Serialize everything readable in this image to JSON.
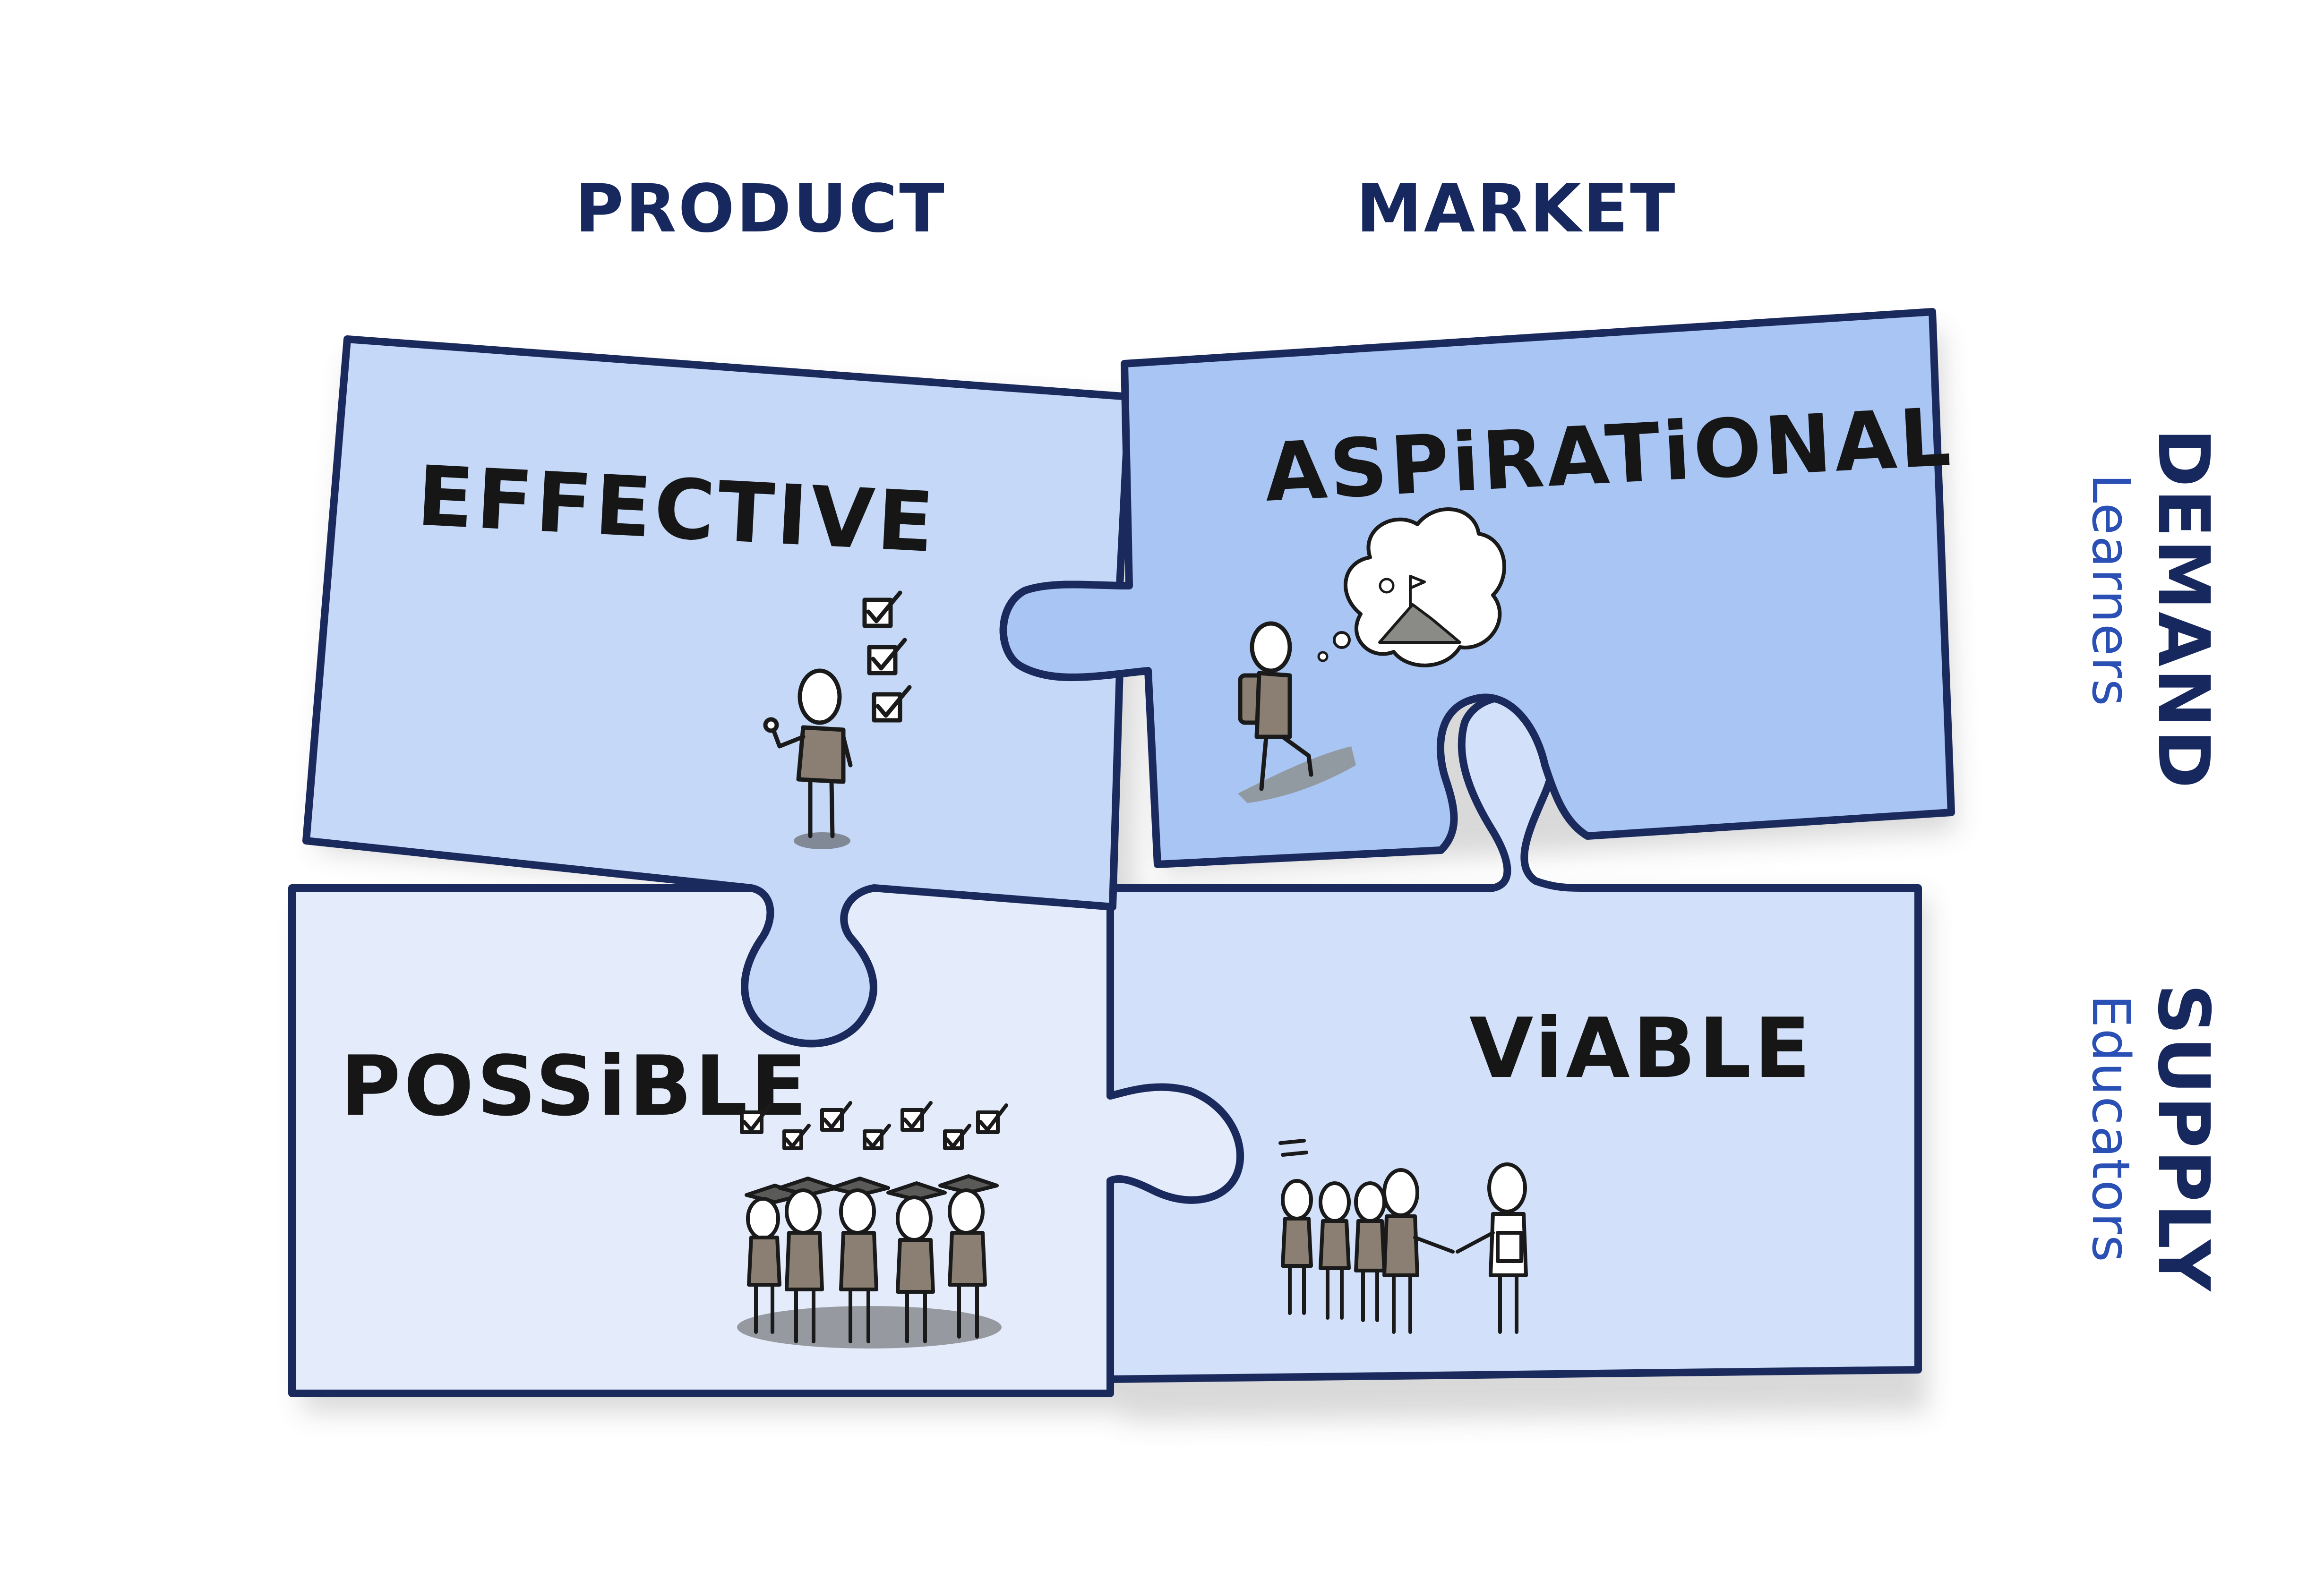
{
  "columns": {
    "product": "PRODUCT",
    "market": "MARKET"
  },
  "rows": {
    "demand": {
      "title": "DEMAND",
      "subtitle": "Learners"
    },
    "supply": {
      "title": "SUPPLY",
      "subtitle": "Educators"
    }
  },
  "pieces": {
    "effective": "EFFECTIVE",
    "aspirational": "ASPiRATiONAL",
    "possible": "POSSiBLE",
    "viable": "ViABLE"
  },
  "colors": {
    "outline": "#1b2a5c",
    "effective_fill": "#c5d8f8",
    "aspirational_fill": "#a9c5f3",
    "possible_fill": "#e4ecfb",
    "viable_fill": "#d2e0f9",
    "label": "#161616",
    "heading": "#16285e",
    "subheading": "#2a4fb5"
  }
}
